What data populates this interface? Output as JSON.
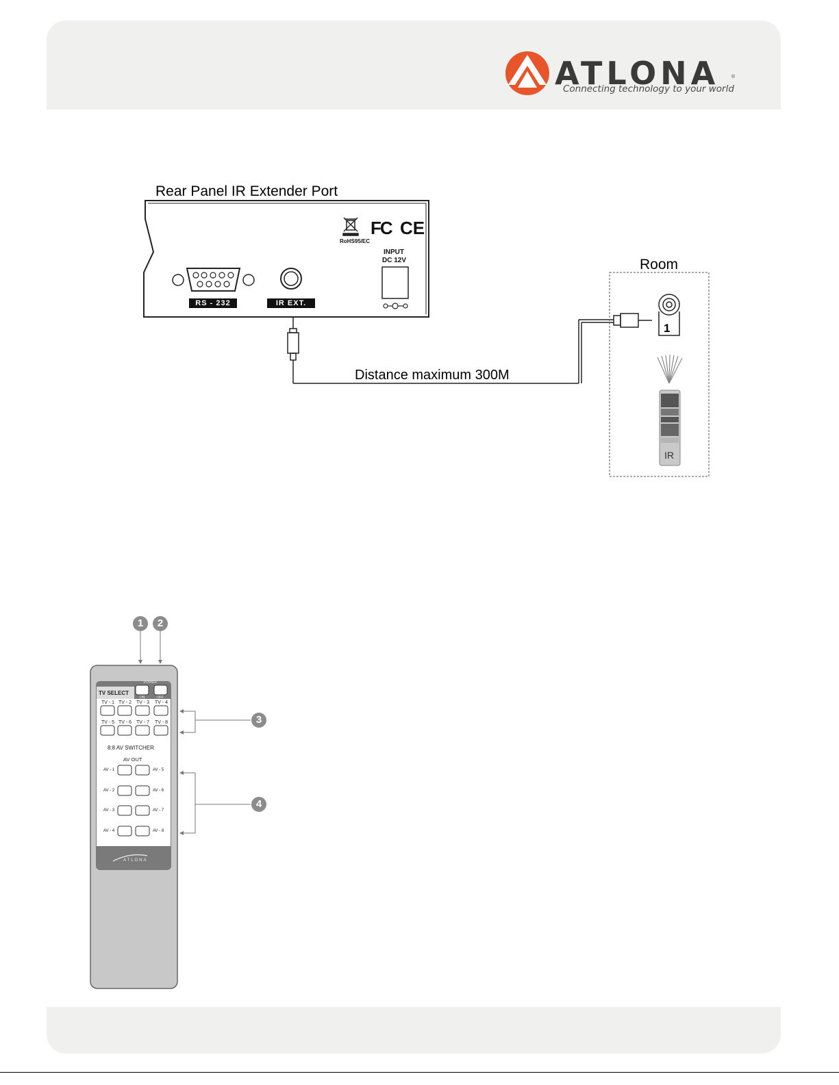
{
  "header": {
    "brand": "ATLONA",
    "tagline": "Connecting technology to your world",
    "registered_mark": "®"
  },
  "diagram": {
    "title": "Rear Panel IR Extender Port",
    "rs232_label": "RS - 232",
    "ir_ext_label": "IR EXT.",
    "rohs_label": "RoHS95/EC",
    "fcc_label": "FC",
    "ce_label": "CE",
    "input_label": "INPUT",
    "dc_label": "DC 12V",
    "distance_label": "Distance maximum 300M",
    "room_label": "Room",
    "receiver_number": "1",
    "remote_label": "IR"
  },
  "remote": {
    "tv_select_label": "TV SELECT",
    "power_label": "POWER",
    "on_label": "ON",
    "off_label": "OFF",
    "tv_buttons": [
      "TV - 1",
      "TV - 2",
      "TV - 3",
      "TV - 4",
      "TV - 5",
      "TV - 6",
      "TV - 7",
      "TV - 8"
    ],
    "switcher_label": "8:8 AV SWITCHER",
    "av_out_label": "AV OUT",
    "av_left": [
      "AV - 1",
      "AV - 2",
      "AV - 3",
      "AV - 4"
    ],
    "av_right": [
      "AV - 5",
      "AV - 6",
      "AV - 7",
      "AV - 8"
    ],
    "brand": "ATLONA"
  },
  "callouts": [
    "1",
    "2",
    "3",
    "4"
  ],
  "colors": {
    "logo_orange": "#e8552a",
    "band_gray": "#f0f0ee",
    "remote_gray": "#c8c8c8",
    "callout_gray": "#8c8c8c"
  }
}
